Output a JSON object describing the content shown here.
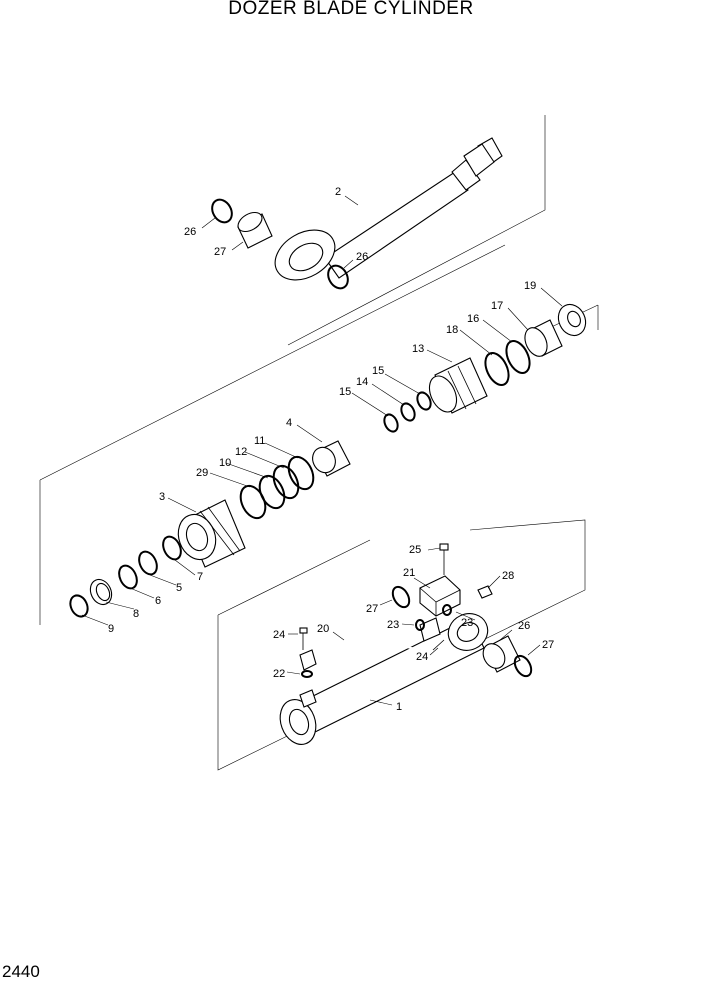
{
  "title": "DOZER BLADE CYLINDER",
  "page_number": "2440",
  "callouts": {
    "c1": "1",
    "c2": "2",
    "c3": "3",
    "c4": "4",
    "c5": "5",
    "c6": "6",
    "c7": "7",
    "c8": "8",
    "c9": "9",
    "c10": "10",
    "c11": "11",
    "c12": "12",
    "c13": "13",
    "c14": "14",
    "c15a": "15",
    "c15b": "15",
    "c16": "16",
    "c17": "17",
    "c18": "18",
    "c19": "19",
    "c20": "20",
    "c21": "21",
    "c22": "22",
    "c23a": "23",
    "c23b": "23",
    "c24a": "24",
    "c24b": "24",
    "c25": "25",
    "c26a": "26",
    "c26b": "26",
    "c26c": "26",
    "c27a": "27",
    "c27b": "27",
    "c27c": "27",
    "c28": "28",
    "c29": "29"
  }
}
